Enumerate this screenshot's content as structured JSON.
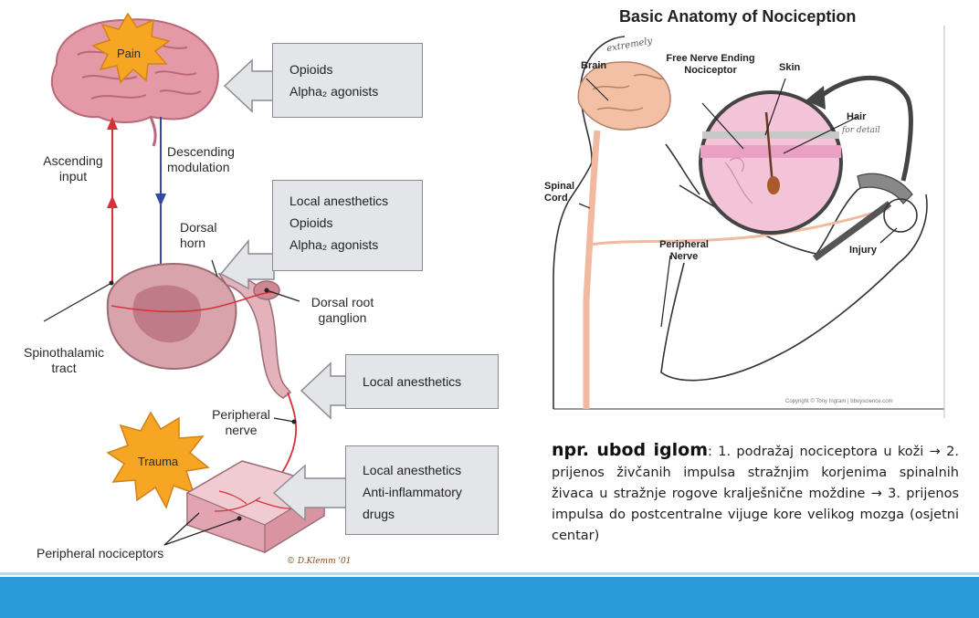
{
  "left_diagram": {
    "pain": "Pain",
    "trauma": "Trauma",
    "ascending_input": [
      "Ascending",
      "input"
    ],
    "descending_modulation": [
      "Descending",
      "modulation"
    ],
    "dorsal_horn": [
      "Dorsal",
      "horn"
    ],
    "dorsal_root_ganglion": [
      "Dorsal root",
      "ganglion"
    ],
    "spinothalamic_tract": [
      "Spinothalamic",
      "tract"
    ],
    "peripheral_nerve": [
      "Peripheral",
      "nerve"
    ],
    "peripheral_nociceptors": "Peripheral nociceptors",
    "signature": "© D.Klemm '01",
    "box1": [
      "Opioids",
      "Alpha₂ agonists"
    ],
    "box2": [
      "Local anesthetics",
      "Opioids",
      "Alpha₂ agonists"
    ],
    "box3": [
      "Local anesthetics"
    ],
    "box4": [
      "Local anesthetics",
      "Anti-inflammatory",
      "drugs"
    ]
  },
  "right_diagram": {
    "title": "Basic Anatomy of Nociception",
    "handwritten_note": "extremely",
    "brain": "Brain",
    "free_nerve_ending": [
      "Free Nerve Ending",
      "Nociceptor"
    ],
    "skin": "Skin",
    "hair": "Hair",
    "hair_note": "for detail",
    "spinal_cord": [
      "Spinal",
      "Cord"
    ],
    "peripheral_nerve": [
      "Peripheral",
      "Nerve"
    ],
    "injury": "Injury",
    "copyright": "Copyright © Tony Ingram | bboyscience.com"
  },
  "caption": {
    "bold": "npr. ubod iglom",
    "text": ": 1. podražaj nociceptora u koži → 2. prijenos živčanih impulsa stražnjim korjenima spinalnih živaca u stražnje rogove kralješnične moždine → 3. prijenos impulsa do postcentralne vijuge kore velikog mozga (osjetni centar)"
  },
  "colors": {
    "footer": "#2b9ad8",
    "brain": "#e49aa6",
    "starburst": "#f6a623",
    "box": "#e4e5e8",
    "ascending": "#d6303a",
    "descending": "#3548a8"
  }
}
